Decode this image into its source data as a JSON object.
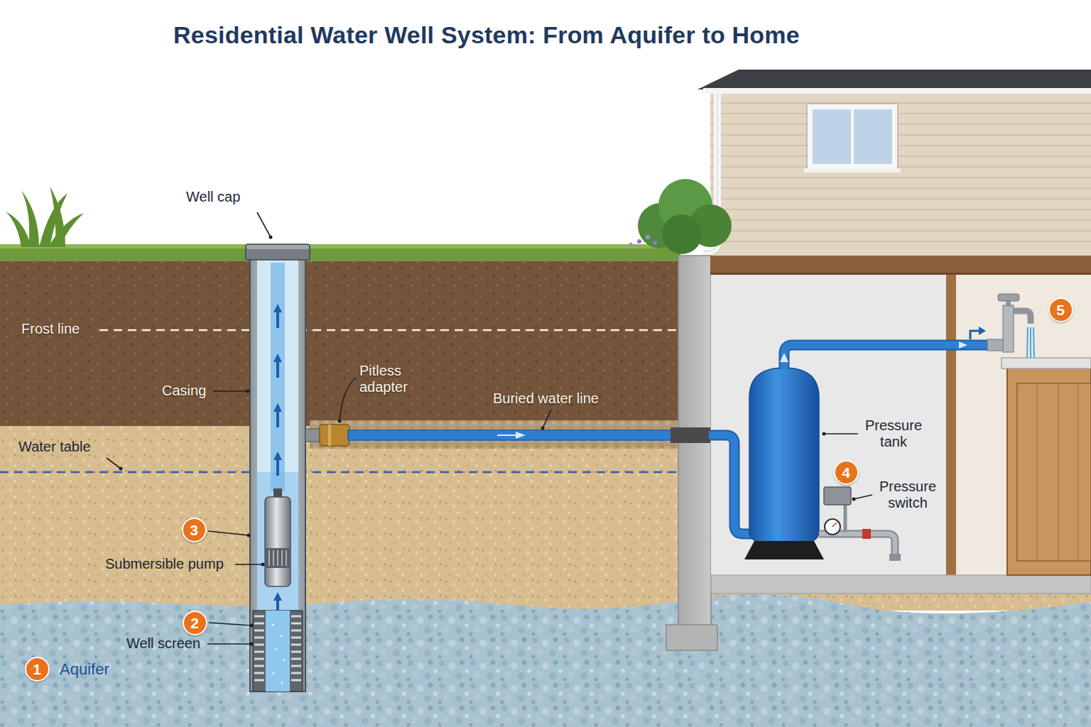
{
  "diagram": {
    "title": "Residential Water Well System: From Aquifer to Home",
    "nodes": [
      {
        "text": [
          "1"
        ]
      },
      {
        "text": [
          "2"
        ]
      },
      {
        "text": [
          "3"
        ]
      },
      {
        "text": [
          "4"
        ]
      },
      {
        "text": [
          "5"
        ]
      }
    ],
    "labels": [
      "Well cap",
      "Frost line",
      "Casing",
      "Pitless adapter",
      "Buried water line",
      "Water table",
      "Pressure tank",
      "Pressure switch",
      "Submersible pump",
      "Well screen",
      "Aquifer"
    ]
  }
}
